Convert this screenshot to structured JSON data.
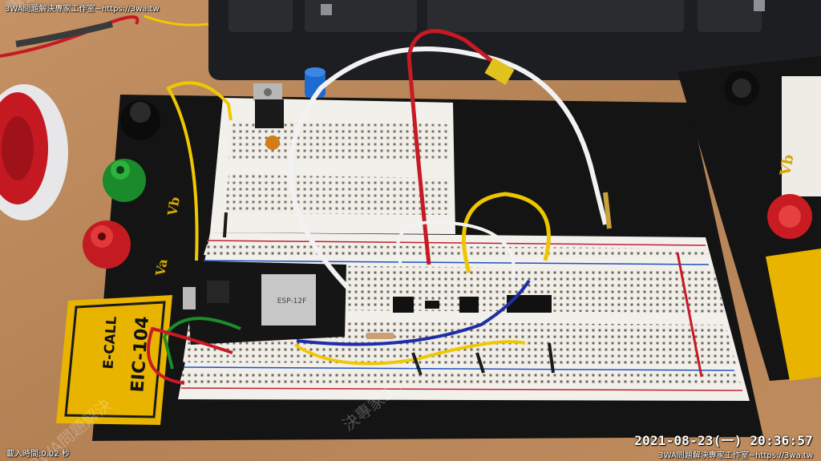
{
  "captions": {
    "top": "3WA問題解決專家工作室~https://3wa.tw",
    "bottom": "3WA問題解決專家工作室~https://3wa.tw",
    "load_time": "載入時間:0.02 秒",
    "timestamp": "2021-08-23(一) 20:36:57"
  },
  "watermark": {
    "text1": "專家工作室~https://",
    "text2": "決專家工作室",
    "text3": "3WA問題解決"
  },
  "board_labels": {
    "brand": "E-CALL",
    "model": "EIC-104",
    "vb_left": "Vb",
    "va_left": "Va",
    "vb_right": "Vb"
  },
  "module_label": "ESP-12F",
  "colors": {
    "table": "#b9875a",
    "keyboard": "#202124",
    "base_plate": "#141414",
    "breadboard": "#f2f0eb",
    "label_yellow": "#e8b400"
  }
}
